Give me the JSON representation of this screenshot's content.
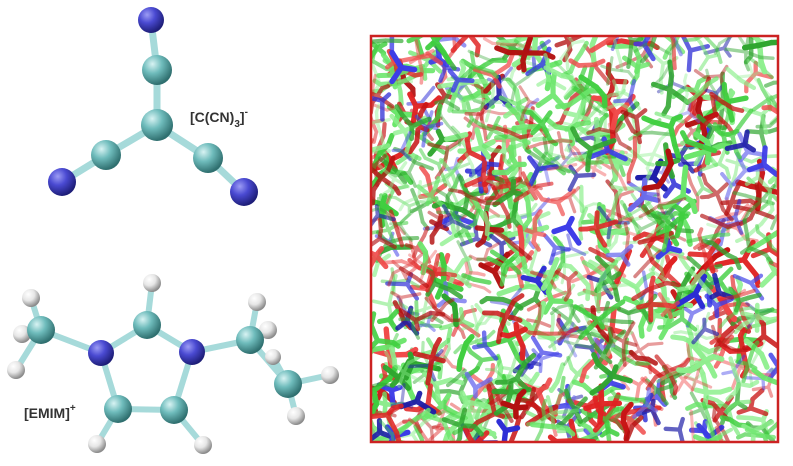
{
  "labels": {
    "anion": {
      "base": "[C(CN)",
      "sub": "3",
      "tail": "]",
      "sup": "-"
    },
    "cation": {
      "base": "[EMIM]",
      "sup": "+"
    }
  },
  "colors": {
    "nitrogen": "#4444cc",
    "carbon": "#6fbcbc",
    "hydrogen": "#ececec",
    "bond": "#9fd6d6",
    "box_border": "#cc2222",
    "species_red": "#e02222",
    "species_green": "#4ed64e",
    "species_blue": "#2b2bd6"
  },
  "simulation_box": {
    "fragment_counts": {
      "green": 420,
      "red": 230,
      "blue": 120
    }
  }
}
